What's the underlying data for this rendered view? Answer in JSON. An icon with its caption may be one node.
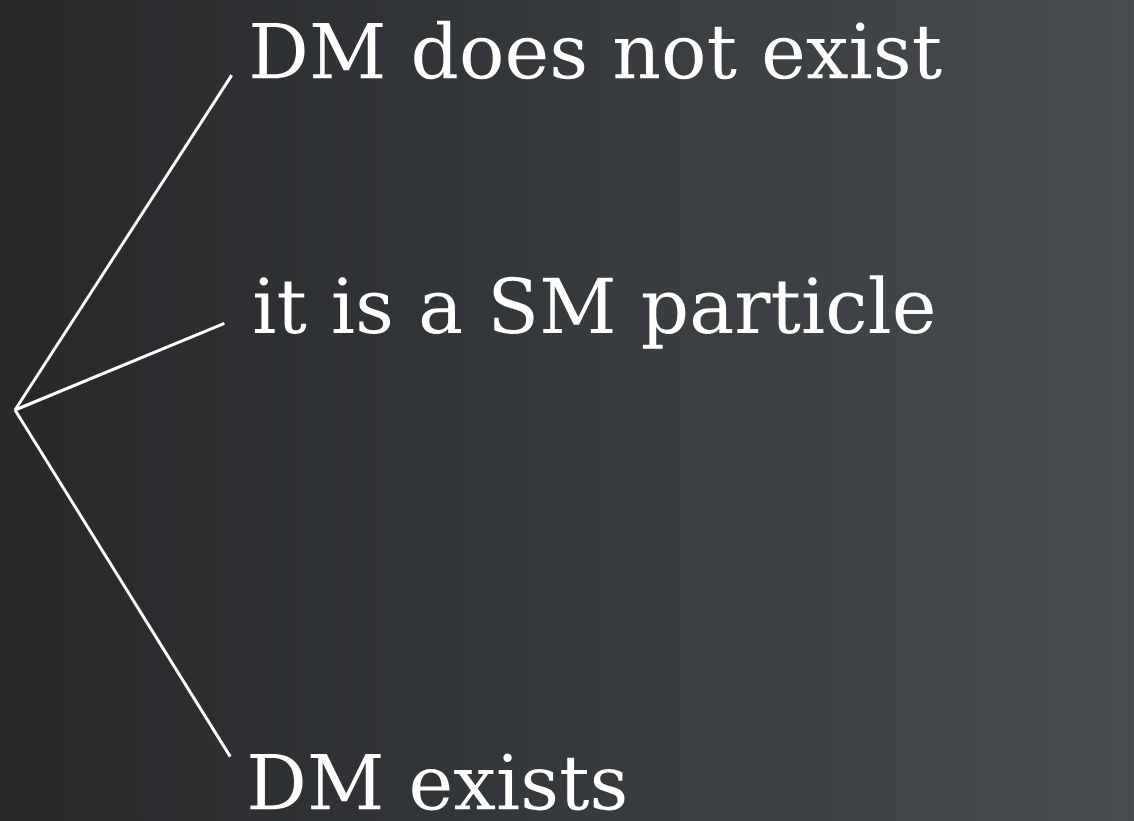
{
  "diagram": {
    "nodes": [
      {
        "text": [
          "DM does not exist"
        ]
      },
      {
        "text": [
          "it is a SM particle"
        ]
      },
      {
        "text": [
          "DM exists"
        ]
      }
    ],
    "edges": [
      {
        "from": null,
        "to": 0,
        "arrow": "none"
      },
      {
        "from": null,
        "to": 1,
        "arrow": "none"
      },
      {
        "from": null,
        "to": 2,
        "arrow": "none"
      }
    ]
  }
}
